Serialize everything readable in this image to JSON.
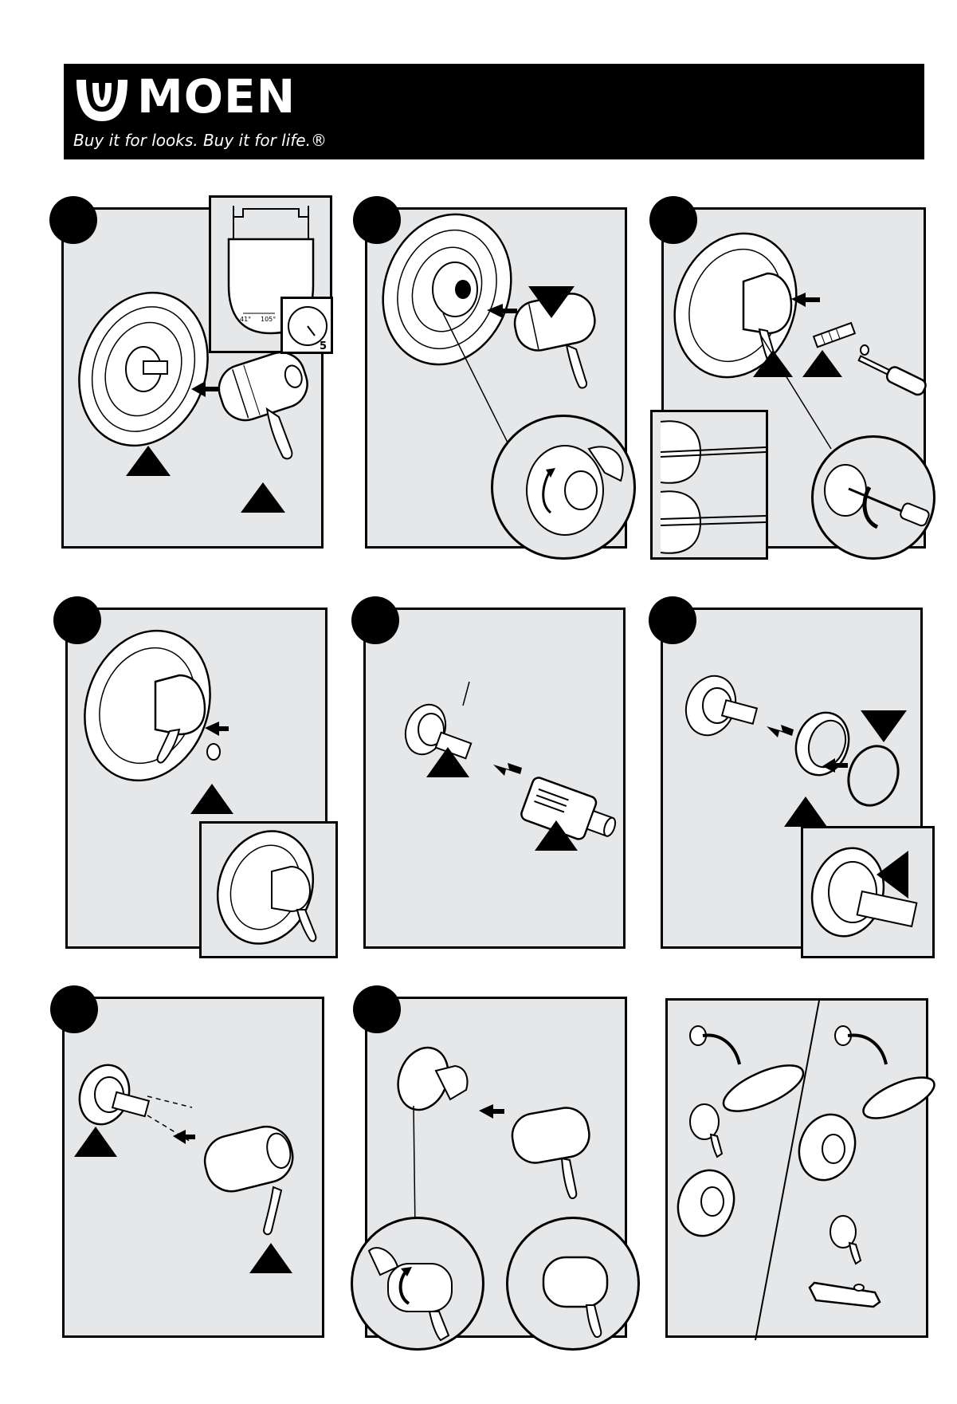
{
  "header": {
    "brand": "MOEN",
    "tagline": "Buy it for looks. Buy it for life.®",
    "logo_icon": "moen-logo-icon"
  },
  "step1": {
    "temp_low": "41°",
    "temp_high": "105°",
    "dial_number": "5"
  },
  "colors": {
    "panel_bg": "#e6e7e9",
    "header_bg": "#000000",
    "line": "#000000"
  }
}
